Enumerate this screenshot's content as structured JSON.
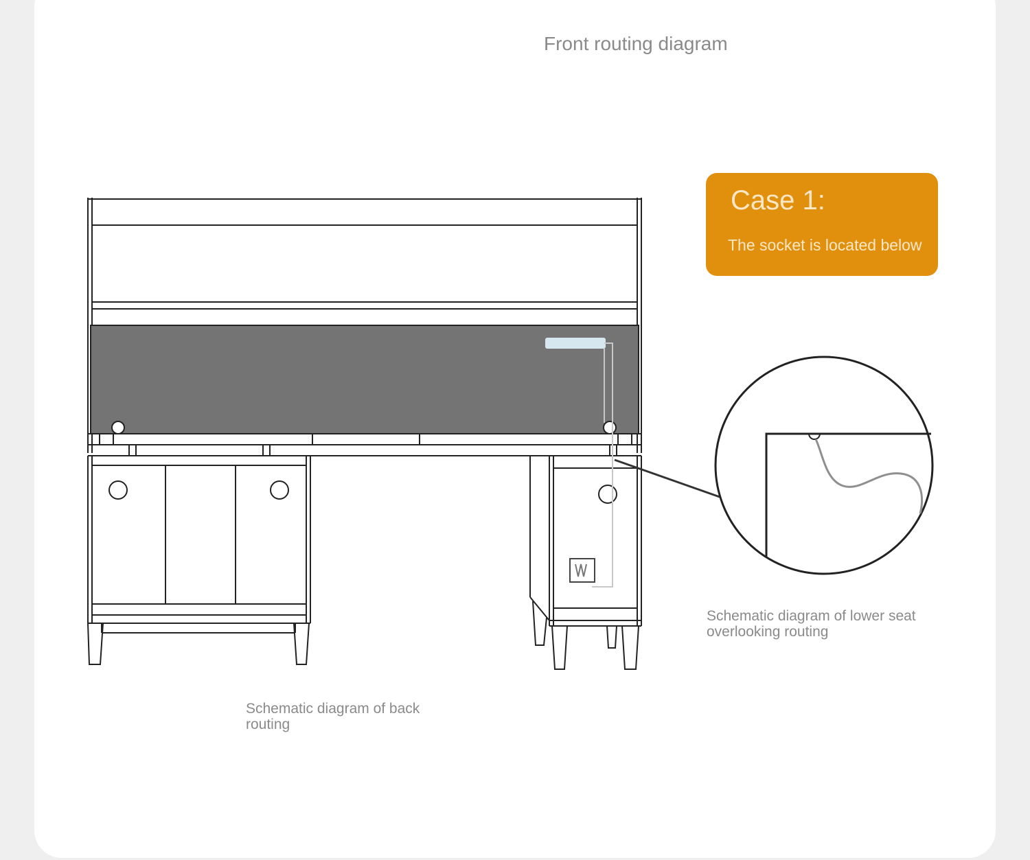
{
  "title": "Front routing diagram",
  "case": {
    "title": "Case 1:",
    "text": "The socket is located below"
  },
  "captions": {
    "back_routing": "Schematic diagram of back routing",
    "lower_seat": "Schematic diagram of lower seat overlooking routing"
  },
  "colors": {
    "case_box": "#e1900e",
    "case_text": "#fbe7c5",
    "back_panel": "#747474",
    "socket_strip": "#d6e7ef",
    "line": "#222222",
    "caption": "#8a8a8a"
  }
}
